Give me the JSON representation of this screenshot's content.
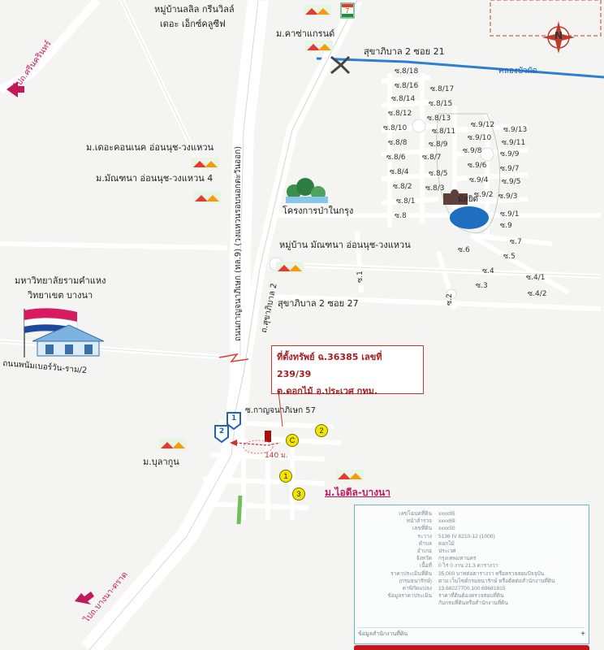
{
  "labels": {
    "lalisa": "หมู่บ้านลลิล กรีนวิลล์",
    "exclusive": "เดอะ เอ็กซ์คลูซีฟ",
    "grand": "ม.คาซ่าแกรนด์",
    "sukhaphiban21": "สุขาภิบาล 2 ซอย 21",
    "canal": "คลองบัวผัด",
    "srinakarin": "ไปถ.ศรีนครินทร์",
    "connect": "ม.เดอะคอนเนค อ่อนนุช-วงแหวน",
    "manthana4": "ม.มัณฑนา อ่อนนุช-วงแหวน 4",
    "forest": "โครงการป่าในกรุง",
    "mosque": "มัสยิด",
    "manthana_vil": "หมู่บ้าน มัณฑนา อ่อนนุช-วงแหวน",
    "univ_line1": "มหาวิทยาลัยรามคำแหง",
    "univ_line2": "วิทยาเขต บางนา",
    "sukhaphiban27": "สุขาภิบาล 2 ซอย 27",
    "ringroad": "ถนนกาญจนาภิเษก (ทล.9) (วงแหวนรอบนอกตะวันออก)",
    "sukhaphiban2": "ถ.สุขาภิบาล 2",
    "mahaniyom": "ถนนพนัมเบอร์วัน-ราม/2",
    "kanchana57": "ซ.กาญจนาภิเษก 57",
    "buragun": "ม.บุลากูน",
    "ideal": "ม.ไอดีล-บางนา",
    "bangna": "ไปถ.บางนา-ตราด",
    "distance": "140 ม."
  },
  "callout": {
    "line1": "ที่ตั้งทรัพย์ ฉ.36385 เลขที่ 239/39",
    "line2": "ต.ดอกไม้ อ.ประเวศ กทม."
  },
  "soi_left": [
    "ซ.8/18",
    "ซ.8/16",
    "ซ.8/14",
    "ซ.8/12",
    "ซ.8/10",
    "ซ.8/8",
    "ซ.8/6",
    "ซ.8/4",
    "ซ.8/2",
    "ซ.8/1",
    "ซ.8"
  ],
  "soi_mid": [
    "ซ.8/17",
    "ซ.8/15",
    "ซ.8/13",
    "ซ.8/11",
    "ซ.8/9",
    "ซ.8/7",
    "ซ.8/5",
    "ซ.8/3"
  ],
  "soi_right_a": [
    "ซ.9/12",
    "ซ.9/10",
    "ซ.9/8",
    "ซ.9/6",
    "ซ.9/4",
    "ซ.9/2"
  ],
  "soi_right_b": [
    "ซ.9/13",
    "ซ.9/11",
    "ซ.9/9",
    "ซ.9/7",
    "ซ.9/5",
    "ซ.9/3",
    "ซ.9/1",
    "ซ.9"
  ],
  "soi_low": {
    "s7": "ซ.7",
    "s6": "ซ.6",
    "s5": "ซ.5",
    "s4": "ซ.4",
    "s3": "ซ.3",
    "s1": "ซ.1",
    "s2": "ซ.2",
    "s41": "ซ.4/1",
    "s42": "ซ.4/2"
  },
  "badges": {
    "c": "C",
    "b2": "2",
    "b1": "1",
    "b3": "3",
    "road1": "1",
    "road2": "2"
  },
  "compass": "N",
  "info_panel": {
    "rows": [
      {
        "k": "เลขโฉนดที่ดิน",
        "v": "xxxx85"
      },
      {
        "k": "หน้าสำรวจ",
        "v": "xxxx69"
      },
      {
        "k": "เลขที่ดิน",
        "v": "xxxx50"
      },
      {
        "k": "ระวาง",
        "v": "5136 IV 8210-12 (1000)"
      },
      {
        "k": "ตำบล",
        "v": "ดอกไม้"
      },
      {
        "k": "อำเภอ",
        "v": "ประเวศ"
      },
      {
        "k": "จังหวัด",
        "v": "กรุงเทพมหานคร"
      },
      {
        "k": "เนื้อที่",
        "v": "0 ไร่ 0 งาน 21.3 ตารางวา"
      },
      {
        "k": "ราคาประเมินที่ดิน",
        "v": "35,000 บาทต่อตารางวา หรือตรวจสอบปัจจุบัน"
      },
      {
        "k": "(กรมธนารักษ์)",
        "v": "ตาม เว็บไซต์กรมธนารักษ์ หรือติดต่อสำนักงานที่ดิน"
      },
      {
        "k": "ค่าพิกัดแปลง",
        "v": "13.68227700,100.69681815"
      },
      {
        "k": "ข้อมูลราคาประเมิน",
        "v": "ราคาที่ดินต้องตรวจสอบที่ดิน"
      },
      {
        "k": "",
        "v": "กับกรมที่ดินหรือสำนักงานที่ดิน"
      }
    ],
    "footer": "ข้อมูลสำนักงานที่ดิน",
    "plus": "+"
  }
}
